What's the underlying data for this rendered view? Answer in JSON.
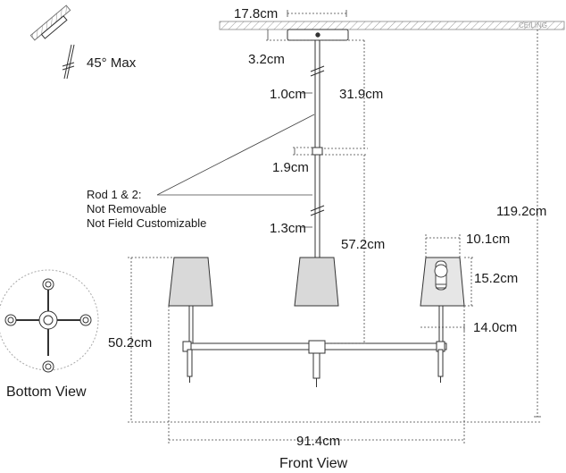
{
  "ceiling": {
    "label": "CEILING"
  },
  "angle": {
    "label": "45° Max"
  },
  "dimensions": {
    "canopy_width": "17.8cm",
    "canopy_height": "3.2cm",
    "rod_diameter_upper": "1.0cm",
    "rod_length_upper": "31.9cm",
    "coupling": "1.9cm",
    "rod_diameter_lower": "1.3cm",
    "rod_length_lower": "57.2cm",
    "shade_top": "10.1cm",
    "shade_height": "15.2cm",
    "shade_bottom": "14.0cm",
    "overall_height": "119.2cm",
    "body_height": "50.2cm",
    "overall_width": "91.4cm"
  },
  "rod_note": {
    "line1": "Rod 1 & 2:",
    "line2": "Not Removable",
    "line3": "Not Field Customizable"
  },
  "views": {
    "bottom": "Bottom View",
    "front": "Front View"
  },
  "colors": {
    "line": "#333333",
    "dim_line": "#444444",
    "shade": "#d9d9d9",
    "ceiling_hatch": "#999999"
  }
}
